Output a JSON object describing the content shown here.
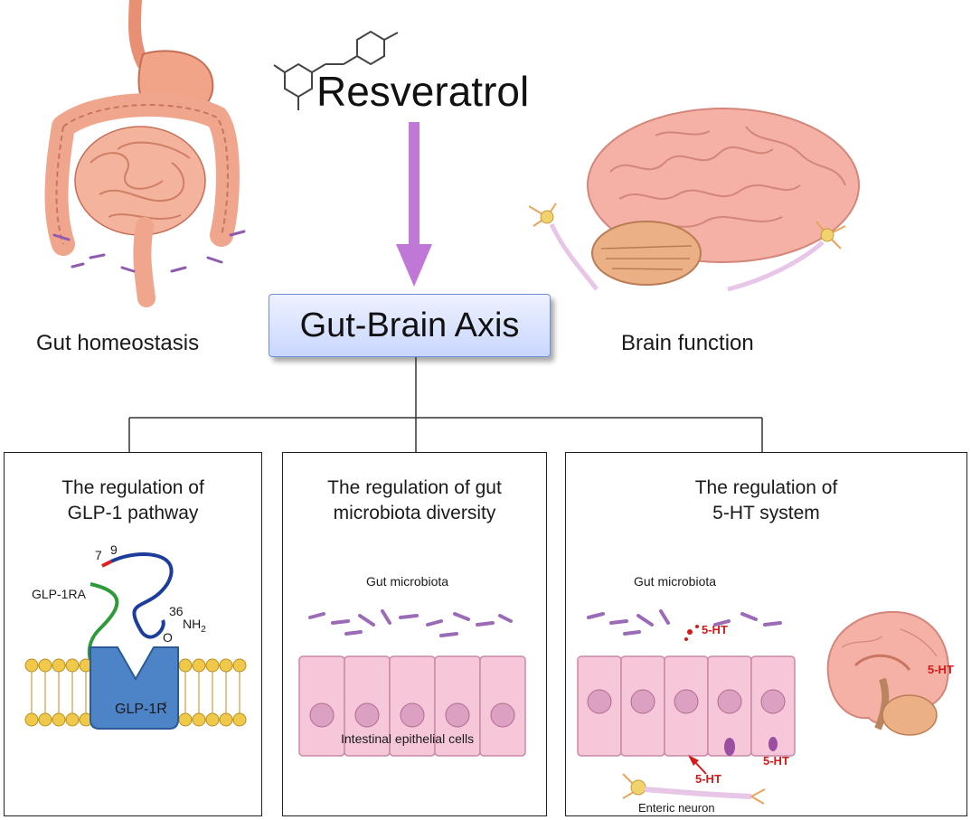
{
  "header": {
    "compound": "Resveratrol",
    "center_box": "Gut-Brain Axis",
    "left_caption": "Gut homeostasis",
    "right_caption": "Brain function"
  },
  "panels": [
    {
      "title_line1": "The regulation of",
      "title_line2": "GLP-1 pathway",
      "labels": {
        "n7": "7",
        "n9": "9",
        "n36": "36",
        "nh2": "NH",
        "nh2_sub": "2",
        "o": "O",
        "agonist": "GLP-1RA",
        "receptor": "GLP-1R"
      }
    },
    {
      "title_line1": "The regulation of gut",
      "title_line2": "microbiota diversity",
      "labels": {
        "microbiota": "Gut microbiota",
        "cells": "Intestinal epithelial cells"
      }
    },
    {
      "title_line1": "The regulation of",
      "title_line2": "5-HT system",
      "labels": {
        "microbiota": "Gut microbiota",
        "ht_top": "5-HT",
        "ht_bottom_left": "5-HT",
        "ht_bottom_right": "5-HT",
        "ht_brain": "5-HT",
        "neuron": "Enteric neuron"
      }
    }
  ],
  "colors": {
    "arrow": "#c078d6",
    "box_border": "#6f8fd6",
    "ht_red": "#d21c1c",
    "tissue": "#f0a58d",
    "receptor": "#4d84c8",
    "microbe": "#9b6bb8",
    "cell": "#f5c7d8"
  }
}
